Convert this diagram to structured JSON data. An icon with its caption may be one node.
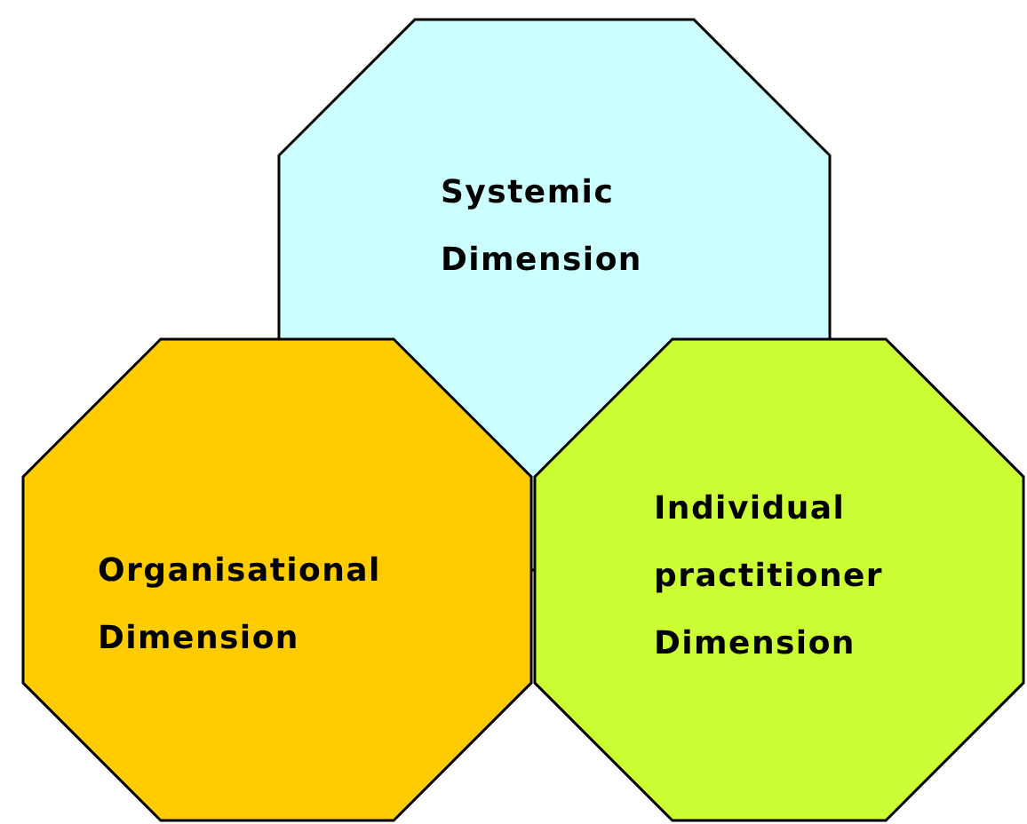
{
  "diagram": {
    "nodes": [
      {
        "text": [
          "Systemic Dimension"
        ]
      },
      {
        "text": [
          "Organisational Dimension"
        ]
      },
      {
        "text": [
          "Individual practitioner Dimension"
        ]
      }
    ]
  }
}
